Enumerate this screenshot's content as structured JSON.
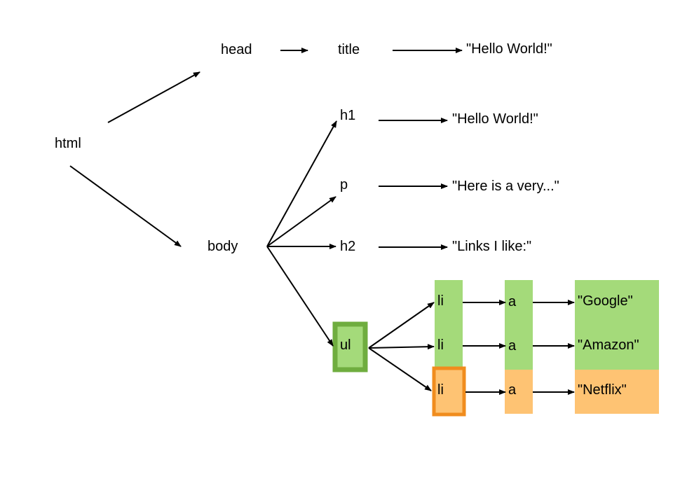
{
  "colors": {
    "green_fill": "#a4da7a",
    "green_border": "#6fad3f",
    "orange_fill": "#fec373",
    "orange_border": "#f08c1e",
    "edge": "#000000"
  },
  "nodes": {
    "html": "html",
    "head": "head",
    "title": "title",
    "title_text": "\"Hello World!\"",
    "body": "body",
    "h1": "h1",
    "h1_text": "\"Hello World!\"",
    "p": "p",
    "p_text": "\"Here is a very...\"",
    "h2": "h2",
    "h2_text": "\"Links I like:\"",
    "ul": "ul",
    "li_1": "li",
    "li_2": "li",
    "li_3": "li",
    "a_1": "a",
    "a_2": "a",
    "a_3": "a",
    "link_1_text": "\"Google\"",
    "link_2_text": "\"Amazon\"",
    "link_3_text": "\"Netflix\""
  },
  "edges": [
    {
      "from": "html",
      "to": "head"
    },
    {
      "from": "html",
      "to": "body"
    },
    {
      "from": "head",
      "to": "title"
    },
    {
      "from": "title",
      "to": "title_text"
    },
    {
      "from": "body",
      "to": "h1"
    },
    {
      "from": "body",
      "to": "p"
    },
    {
      "from": "body",
      "to": "h2"
    },
    {
      "from": "body",
      "to": "ul"
    },
    {
      "from": "h1",
      "to": "h1_text"
    },
    {
      "from": "p",
      "to": "p_text"
    },
    {
      "from": "h2",
      "to": "h2_text"
    },
    {
      "from": "ul",
      "to": "li_1"
    },
    {
      "from": "ul",
      "to": "li_2"
    },
    {
      "from": "ul",
      "to": "li_3"
    },
    {
      "from": "li_1",
      "to": "a_1"
    },
    {
      "from": "li_2",
      "to": "a_2"
    },
    {
      "from": "li_3",
      "to": "a_3"
    },
    {
      "from": "a_1",
      "to": "link_1_text"
    },
    {
      "from": "a_2",
      "to": "link_2_text"
    },
    {
      "from": "a_3",
      "to": "link_3_text"
    }
  ]
}
